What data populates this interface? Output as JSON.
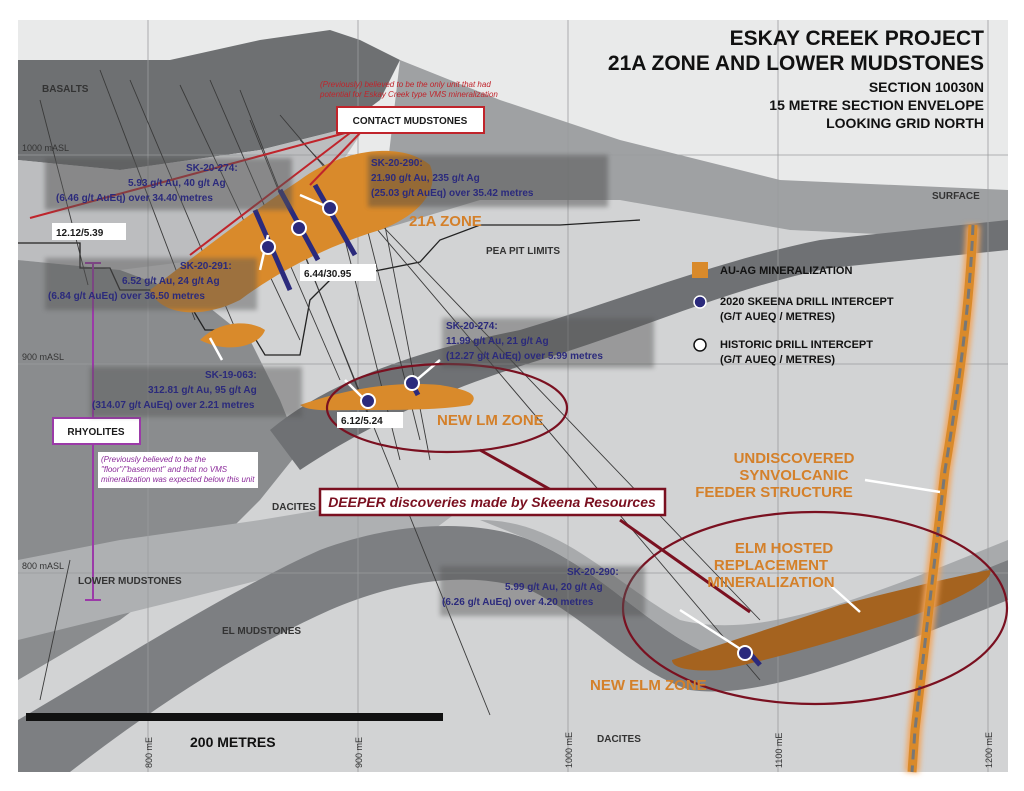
{
  "title": {
    "line1": "ESKAY CREEK PROJECT",
    "line2": "21A ZONE AND LOWER MUDSTONES",
    "line3": "SECTION 10030N",
    "line4": "15 METRE SECTION ENVELOPE",
    "line5": "LOOKING GRID NORTH"
  },
  "units": {
    "basalts": "BASALTS",
    "dacites_mid": "DACITES",
    "dacites_bottom": "DACITES",
    "lower_mudstones": "LOWER MUDSTONES",
    "el_mudstones": "EL MUDSTONES",
    "pea_pit": "PEA PIT LIMITS",
    "surface": "SURFACE"
  },
  "elevations": [
    "1000 mASL",
    "900 mASL",
    "800 mASL"
  ],
  "eastings": [
    "800 mE",
    "900 mE",
    "1000 mE",
    "1100 mE",
    "1200 mE"
  ],
  "contact_mudstones": {
    "label": "CONTACT MUDSTONES",
    "note_line1": "(Previously) believed to be the only unit that had",
    "note_line2": "potential for Eskay Creek type VMS mineralization"
  },
  "rhyolites": {
    "label": "RHYOLITES",
    "note_line1": "(Previously believed to be the",
    "note_line2": "\"floor\"/\"basement\" and that no VMS",
    "note_line3": "mineralization was expected below this unit"
  },
  "intercepts": {
    "sk20274_upper": {
      "hole": "SK-20-274:",
      "line1": "5.93 g/t Au, 40 g/t Ag",
      "line2": "(6.46 g/t AuEq) over 34.40 metres"
    },
    "sk20290_upper": {
      "hole": "SK-20-290:",
      "line1": "21.90 g/t Au, 235 g/t Ag",
      "line2": "(25.03 g/t AuEq) over 35.42 metres"
    },
    "sk20291": {
      "hole": "SK-20-291:",
      "line1": "6.52 g/t Au, 24 g/t Ag",
      "line2": "(6.84 g/t AuEq) over 36.50 metres"
    },
    "sk20274_lower": {
      "hole": "SK-20-274:",
      "line1": "11.99 g/t Au, 21 g/t Ag",
      "line2": "(12.27 g/t AuEq) over 5.99 metres"
    },
    "sk19063": {
      "hole": "SK-19-063:",
      "line1": "312.81 g/t Au, 95 g/t Ag",
      "line2": "(314.07 g/t AuEq) over 2.21 metres"
    },
    "sk20290_lower": {
      "hole": "SK-20-290:",
      "line1": "5.99 g/t Au, 20 g/t Ag",
      "line2": "(6.26 g/t AuEq) over 4.20 metres"
    }
  },
  "historic_labels": {
    "h1": "12.12/5.39",
    "h2": "6.44/30.95",
    "h3": "6.12/5.24"
  },
  "zones": {
    "z21a": "21A ZONE",
    "new_lm": "NEW LM ZONE",
    "new_elm": "NEW ELM ZONE",
    "undisc_1": "UNDISCOVERED",
    "undisc_2": "SYNVOLCANIC",
    "undisc_3": "FEEDER STRUCTURE",
    "elm_1": "ELM HOSTED",
    "elm_2": "REPLACEMENT",
    "elm_3": "MINERALIZATION"
  },
  "deeper_banner": "DEEPER discoveries made by Skeena Resources",
  "legend": {
    "mineral": "AU-AG MINERALIZATION",
    "skeena_1": "2020 SKEENA DRILL INTERCEPT",
    "skeena_2": "(G/T AUEQ / METRES)",
    "historic_1": "HISTORIC DRILL INTERCEPT",
    "historic_2": "(G/T AUEQ / METRES)"
  },
  "scale_bar": "200 METRES",
  "colors": {
    "mineral": "#d98a2b",
    "skeena_dot": "#2b2a7c",
    "red": "#c0242b",
    "maroon": "#7a1020",
    "purple": "#9b3aa8",
    "dark_gray": "#7d7f82",
    "light_gray": "#c9cacb"
  }
}
